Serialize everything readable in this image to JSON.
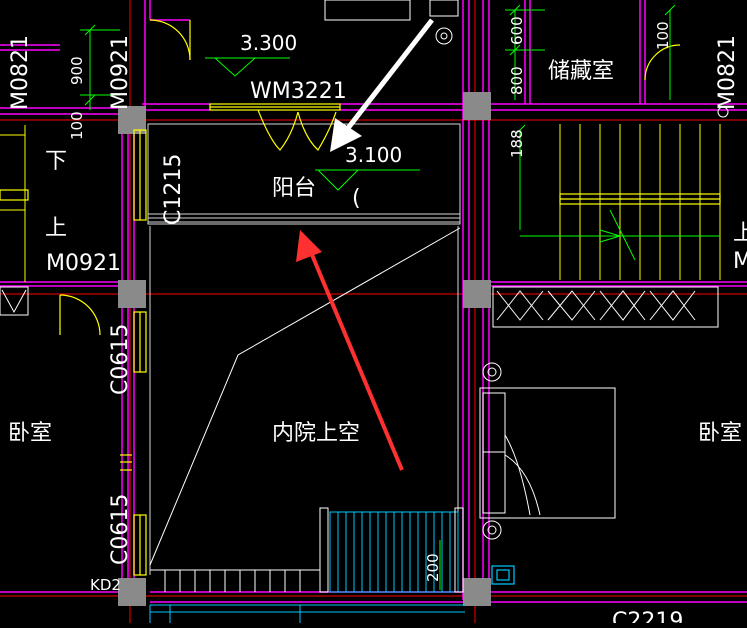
{
  "colors": {
    "background": "#000000",
    "wall": "#ff00ff",
    "axis": "#ff0000",
    "window": "#ffff00",
    "dimension": "#00ff00",
    "column": "#808080",
    "annotation_white": "#ffffff",
    "annotation_red": "#ff3030",
    "furniture": "#ffffff",
    "railing": "#00c8ff"
  },
  "labels": {
    "top_level": "3.300",
    "door_wm": "WM3221",
    "balcony_level": "3.100",
    "balcony": "阳台",
    "storage": "储藏室",
    "courtyard": "内院上空",
    "bedroom_left": "卧室",
    "bedroom_right": "卧室",
    "door_m0821_left": "M0821",
    "door_m0921_top": "M0921",
    "door_m0921_left": "M0921",
    "door_m0821_right": "M0821",
    "window_c1215": "C1215",
    "window_c0615_upper": "C0615",
    "window_c0615_lower": "C0615",
    "window_c2219": "C2219",
    "stair_down_left": "下",
    "stair_up_left": "上",
    "stair_up_right": "上",
    "stair_right_m": "M",
    "kd2": "KD2",
    "paren": "(",
    "dims": {
      "d900": "900",
      "d100_left": "100",
      "d600": "600",
      "d800": "800",
      "d100_right": "100",
      "d188": "188",
      "d200": "200"
    }
  }
}
